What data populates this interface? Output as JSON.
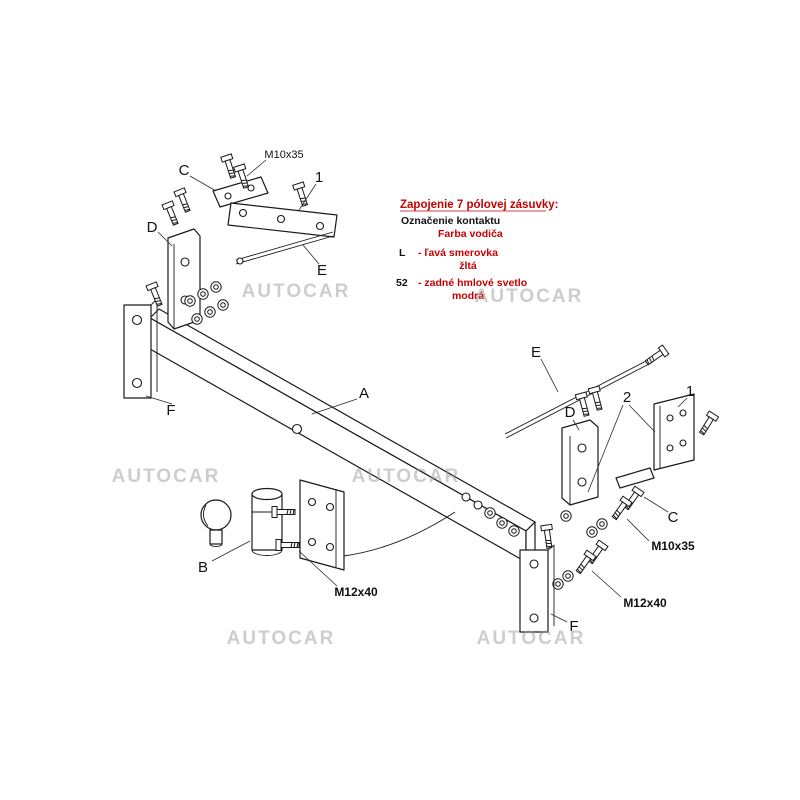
{
  "watermark": {
    "text": "AUTOCAR",
    "color": "#9a9a9a"
  },
  "part_labels": {
    "a": "A",
    "b": "B",
    "c_top": "C",
    "d_top": "D",
    "e_top": "E",
    "f_left": "F",
    "one_top": "1",
    "bolt_top": "M10x35",
    "m12_left": "M12x40",
    "e_right": "E",
    "d_right": "D",
    "two_right": "2",
    "one_right": "1",
    "c_right": "C",
    "m10_right": "M10x35",
    "m12_right": "M12x40",
    "f_right": "F"
  },
  "wiring_note": {
    "title": "Zapojenie 7 pólovej zásuvky:",
    "header_pin": "Označenie kontaktu",
    "header_color": "Farba vodiča",
    "rows": [
      {
        "pin": "L",
        "desc": "- ľavá smerovka",
        "wire": "žltá"
      },
      {
        "pin": "52",
        "desc": "- zadné hmlové svetlo",
        "wire": "modrá"
      }
    ],
    "red": "#c40000",
    "black": "#111111"
  }
}
